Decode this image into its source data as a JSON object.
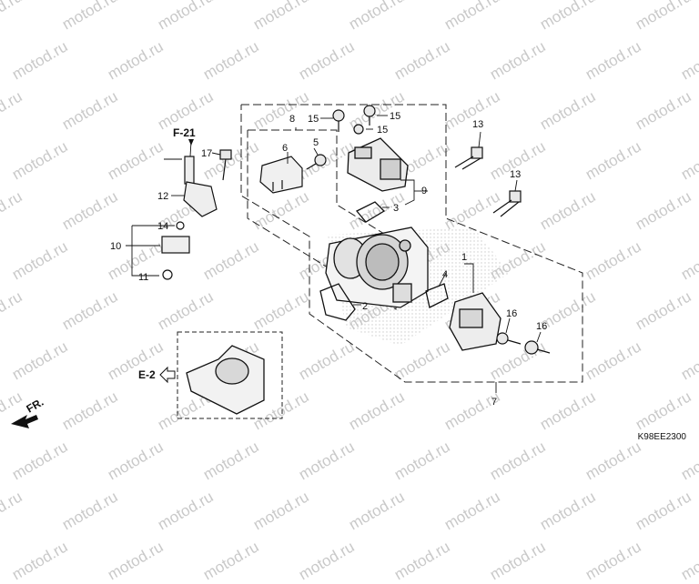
{
  "watermark": "motod.ru",
  "diagram_code": "K98EE2300",
  "refs": {
    "f21": "F-21",
    "e2": "E-2",
    "fr": "FR."
  },
  "callouts": {
    "c1": "1",
    "c2": "2",
    "c3": "3",
    "c4": "4",
    "c5": "5",
    "c6": "6",
    "c7": "7",
    "c8": "8",
    "c9": "9",
    "c10": "10",
    "c11": "11",
    "c12": "12",
    "c13a": "13",
    "c13b": "13",
    "c14": "14",
    "c15a": "15",
    "c15b": "15",
    "c16a": "16",
    "c16b": "16",
    "c17": "17"
  }
}
